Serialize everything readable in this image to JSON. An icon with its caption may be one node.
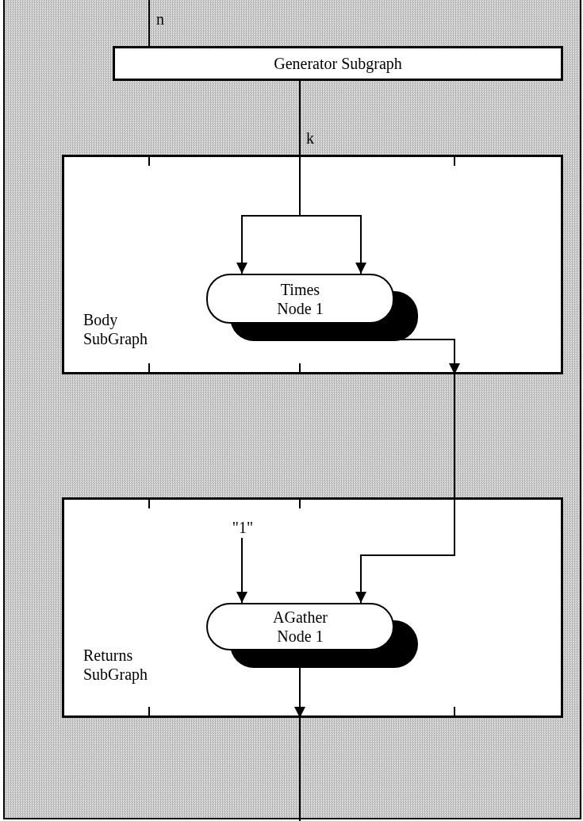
{
  "diagram": {
    "nodes": [
      {
        "text": [
          "Generator Subgraph"
        ]
      },
      {
        "text": [
          "Body SubGraph"
        ]
      },
      {
        "text": [
          "Times Node 1"
        ],
        "in": 1
      },
      {
        "text": [
          "Returns SubGraph"
        ]
      },
      {
        "text": [
          "\"1\""
        ],
        "in": 3
      },
      {
        "text": [
          "AGather Node 1"
        ],
        "in": 3
      }
    ],
    "edges": [
      {
        "from": null,
        "to": 0,
        "arrow": "none",
        "label": "n"
      },
      {
        "from": 0,
        "to": 1,
        "arrow": "none",
        "label": "k"
      },
      {
        "from": 1,
        "to": 2,
        "arrow": "to"
      },
      {
        "from": 1,
        "to": 2,
        "arrow": "to"
      },
      {
        "from": 2,
        "to": 1,
        "arrow": "to"
      },
      {
        "from": 1,
        "to": 3,
        "arrow": "none"
      },
      {
        "from": 3,
        "to": 5,
        "arrow": "to"
      },
      {
        "from": 4,
        "to": 5,
        "arrow": "to"
      },
      {
        "from": 5,
        "to": 3,
        "arrow": "to"
      },
      {
        "from": 3,
        "to": null,
        "arrow": "none"
      }
    ]
  }
}
